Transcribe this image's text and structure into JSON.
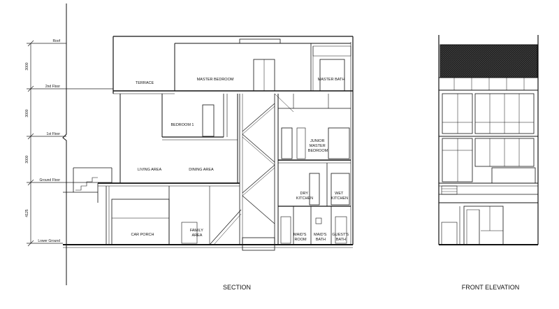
{
  "levels": {
    "roof": "Roof",
    "second_floor": "2nd Floor",
    "first_floor": "1st Floor",
    "ground_floor": "Ground Floor",
    "lower_ground": "Lower Ground"
  },
  "dimensions": {
    "d1": "3000",
    "d2": "3000",
    "d3": "3000",
    "d4": "4125"
  },
  "rooms": {
    "terrace": "TERRACE",
    "master_bedroom": "MASTER BEDROOM",
    "master_bath": "MASTER BATH",
    "bedroom_1": "BEDROOM 1",
    "junior_master_bedroom": [
      "JUNIOR",
      "MASTER",
      "BEDROOM"
    ],
    "living_area": "LIVING AREA",
    "dining_area": "DINING AREA",
    "dry_kitchen": [
      "DRY",
      "KITCHEN"
    ],
    "wet_kitchen": [
      "WET",
      "KITCHEN"
    ],
    "car_porch": "CAR PORCH",
    "family_area": [
      "FAMILY",
      "AREA"
    ],
    "maids_room": [
      "MAID'S",
      "ROOM"
    ],
    "maids_bath": [
      "MAID'S",
      "BATH"
    ],
    "guests_bath": [
      "GUEST'S",
      "BATH"
    ]
  },
  "captions": {
    "section": "SECTION",
    "front_elevation": "FRONT ELEVATION"
  }
}
